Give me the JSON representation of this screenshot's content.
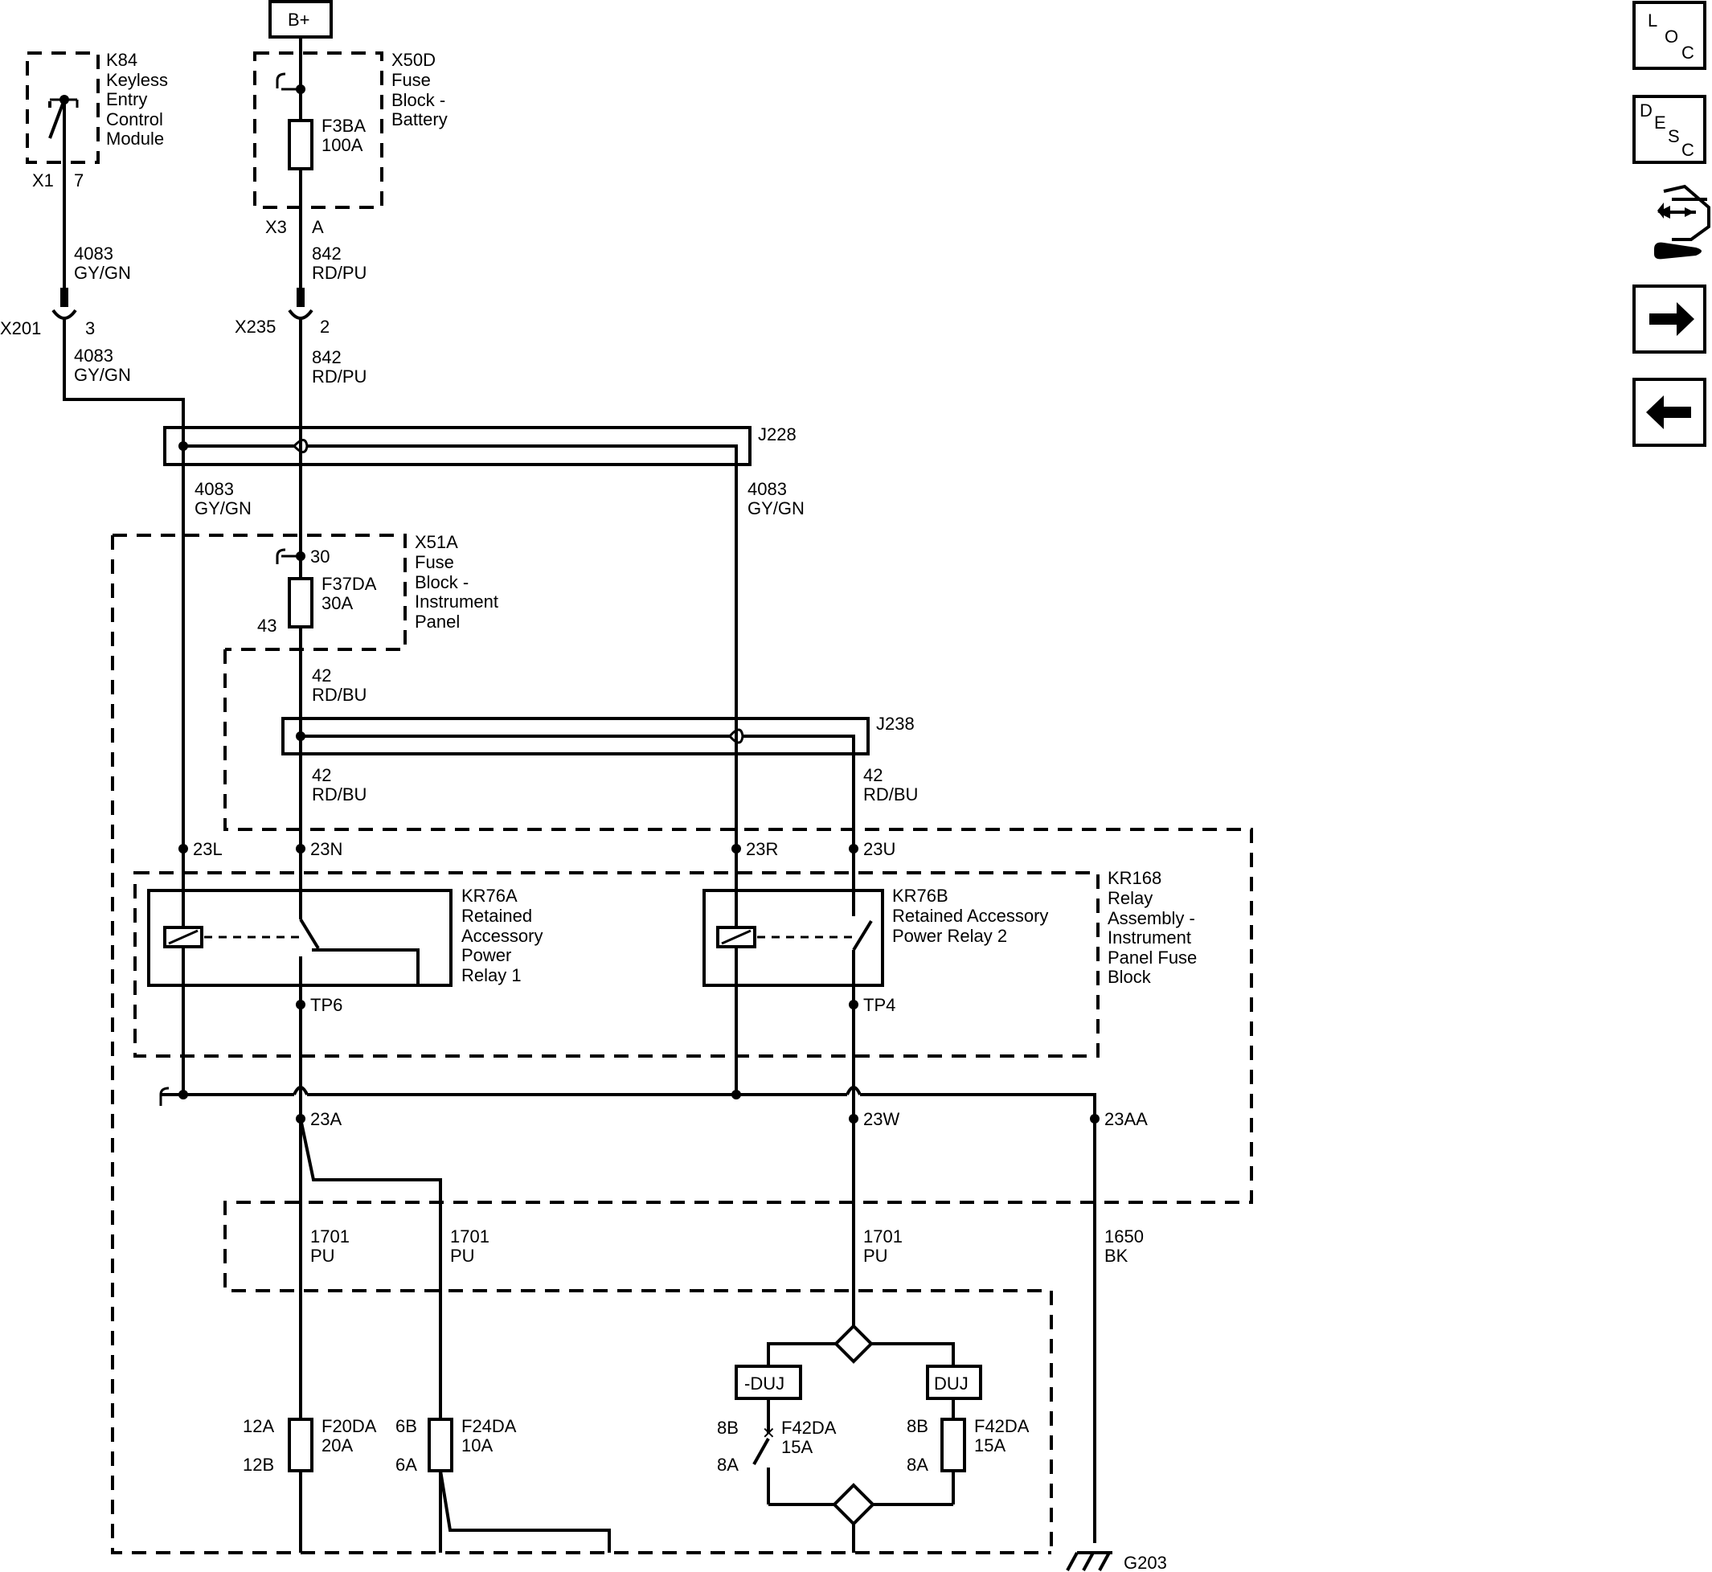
{
  "nav": {
    "loc": [
      "L",
      "O",
      "C"
    ],
    "desc": [
      "D",
      "E",
      "S",
      "C"
    ]
  },
  "components": {
    "bplus": "B+",
    "k84": [
      "K84",
      "Keyless",
      "Entry",
      "Control",
      "Module"
    ],
    "k84_x1": "X1",
    "k84_pin": "7",
    "x50d": [
      "X50D",
      "Fuse",
      "Block -",
      "Battery"
    ],
    "f3ba": [
      "F3BA",
      "100A"
    ],
    "x50d_x3": "X3",
    "x50d_pin": "A",
    "x201": "X201",
    "x201_pin": "3",
    "x235": "X235",
    "x235_pin": "2",
    "j228": "J228",
    "j238": "J238",
    "x51a": [
      "X51A",
      "Fuse",
      "Block -",
      "Instrument",
      "Panel"
    ],
    "x51a_pin30": "30",
    "f37da": [
      "F37DA",
      "30A"
    ],
    "x51a_pin43": "43",
    "pin_23l": "23L",
    "pin_23n": "23N",
    "pin_23r": "23R",
    "pin_23u": "23U",
    "kr76a": [
      "KR76A",
      "Retained",
      "Accessory",
      "Power",
      "Relay 1"
    ],
    "kr76b": [
      "KR76B",
      "Retained Accessory",
      "Power Relay 2"
    ],
    "kr168": [
      "KR168",
      "Relay",
      "Assembly -",
      "Instrument",
      "Panel Fuse",
      "Block"
    ],
    "tp6": "TP6",
    "tp4": "TP4",
    "pin_23a": "23A",
    "pin_23w": "23W",
    "pin_23aa": "23AA",
    "duj_neg": "-DUJ",
    "duj": "DUJ",
    "f20da": [
      "F20DA",
      "20A"
    ],
    "f20da_top": "12A",
    "f20da_bot": "12B",
    "f24da": [
      "F24DA",
      "10A"
    ],
    "f24da_top": "6B",
    "f24da_bot": "6A",
    "f42da_left": [
      "F42DA",
      "15A"
    ],
    "f42da_left_top": "8B",
    "f42da_left_bot": "8A",
    "f42da_right": [
      "F42DA",
      "15A"
    ],
    "f42da_right_top": "8B",
    "f42da_right_bot": "8A",
    "g203": "G203"
  },
  "wires": {
    "w4083_top": [
      "4083",
      "GY/GN"
    ],
    "w4083_mid": [
      "4083",
      "GY/GN"
    ],
    "w842_top": [
      "842",
      "RD/PU"
    ],
    "w842_mid": [
      "842",
      "RD/PU"
    ],
    "w4083_left": [
      "4083",
      "GY/GN"
    ],
    "w4083_right": [
      "4083",
      "GY/GN"
    ],
    "w42_top": [
      "42",
      "RD/BU"
    ],
    "w42_left": [
      "42",
      "RD/BU"
    ],
    "w42_right": [
      "42",
      "RD/BU"
    ],
    "w1701_a": [
      "1701",
      "PU"
    ],
    "w1701_b": [
      "1701",
      "PU"
    ],
    "w1701_c": [
      "1701",
      "PU"
    ],
    "w1650": [
      "1650",
      "BK"
    ]
  }
}
